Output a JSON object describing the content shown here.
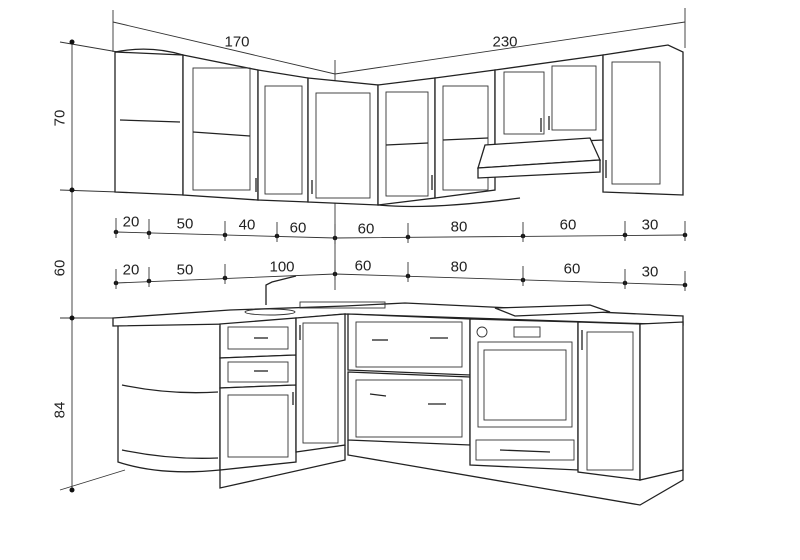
{
  "overall": {
    "left_wall_width": "170",
    "right_wall_width": "230"
  },
  "heights": {
    "upper_cabinet": "70",
    "backsplash": "60",
    "base_cabinet": "84"
  },
  "upper_segments": [
    "20",
    "50",
    "40",
    "60",
    "60",
    "80",
    "60",
    "30"
  ],
  "lower_segments": [
    "20",
    "50",
    "100",
    "60",
    "80",
    "60",
    "30"
  ]
}
